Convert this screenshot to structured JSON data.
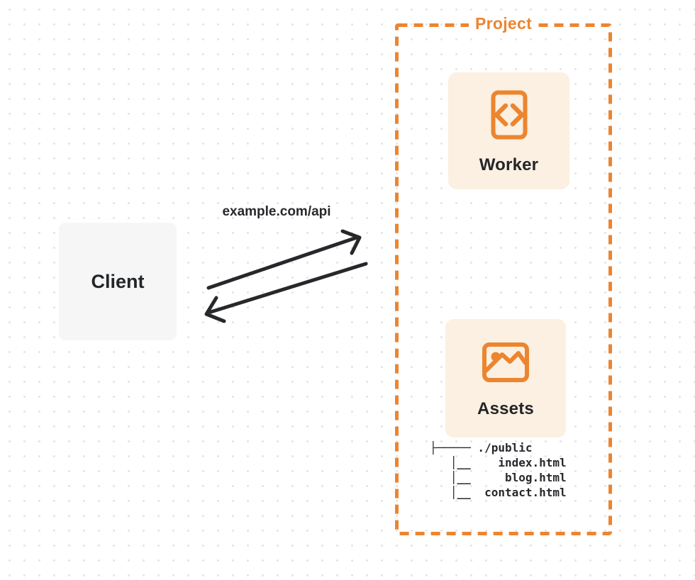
{
  "colors": {
    "accent_orange": "#ec8530",
    "card_background": "#fbf0e1",
    "client_background": "#f6f6f7",
    "text_dark": "#232529",
    "grid_dot": "#e4e4e7"
  },
  "project": {
    "label": "Project",
    "worker": {
      "label": "Worker",
      "icon": "code-icon"
    },
    "assets": {
      "label": "Assets",
      "icon": "image-icon"
    },
    "file_tree": {
      "lines": [
        "├───── ./public",
        "   │__    index.html",
        "   │__     blog.html",
        "   │__  contact.html"
      ],
      "root": "./public",
      "files": [
        "index.html",
        "blog.html",
        "contact.html"
      ]
    }
  },
  "client": {
    "label": "Client"
  },
  "request": {
    "label": "example.com/api"
  }
}
